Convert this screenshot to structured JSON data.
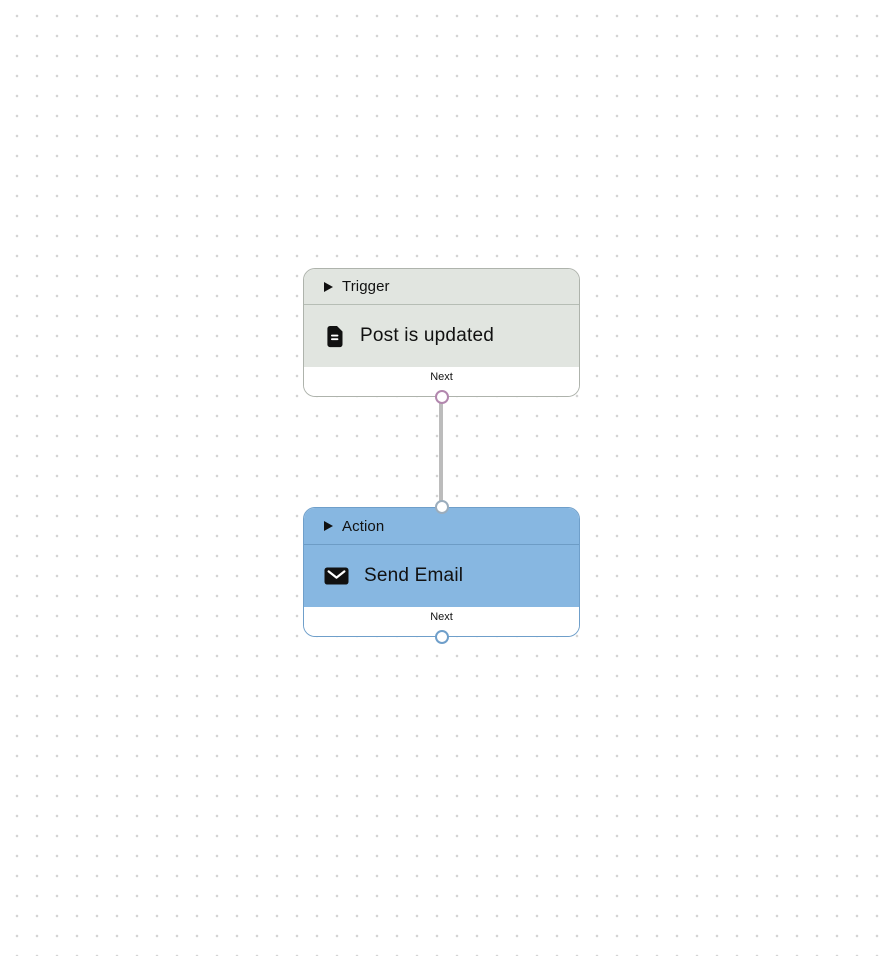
{
  "canvas": {
    "background": "#ffffff",
    "dot_color": "#d4d4d4"
  },
  "connector": {
    "color": "#bcbcbc"
  },
  "nodes": [
    {
      "type_label": "Trigger",
      "title": "Post is updated",
      "icon": "document-icon",
      "footer_label": "Next",
      "colors": {
        "bg": "#e1e5e0",
        "border": "#aeb3ac",
        "divider": "#b6bdb5",
        "port_next": "#b287ae"
      }
    },
    {
      "type_label": "Action",
      "title": "Send Email",
      "icon": "envelope-icon",
      "footer_label": "Next",
      "colors": {
        "bg": "#87b7e1",
        "border": "#6f9fca",
        "divider": "#6d9cc5",
        "port_in": "#9badbd",
        "port_next": "#6f9fca"
      }
    }
  ]
}
